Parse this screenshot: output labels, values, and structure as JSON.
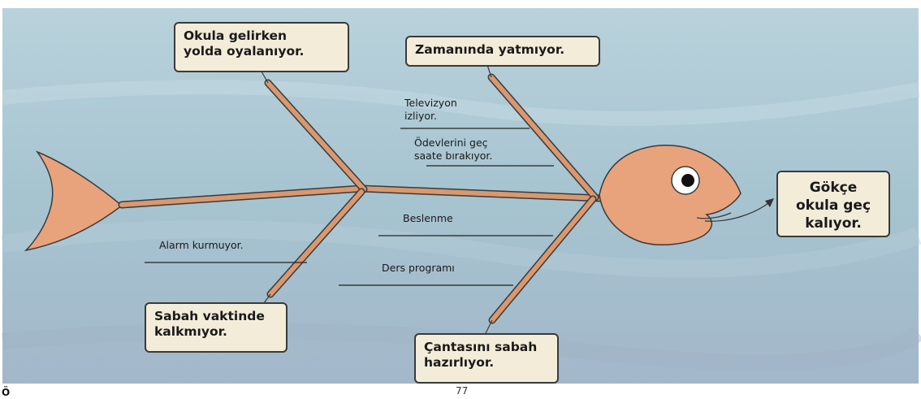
{
  "diagram": {
    "effect_lines": [
      "Gökçe",
      "okula geç",
      "kalıyor."
    ],
    "causes": {
      "top_left": [
        "Okula gelirken",
        "yolda oyalanıyor."
      ],
      "top_right": [
        "Zamanında yatmıyor."
      ],
      "bottom_left": [
        "Sabah vaktinde",
        "kalkmıyor."
      ],
      "bottom_right": [
        "Çantasını sabah",
        "hazırlıyor."
      ]
    },
    "sub_causes": {
      "tv": [
        "Televizyon",
        "izliyor."
      ],
      "homework": [
        "Ödevlerini geç",
        "saate bırakıyor."
      ],
      "nutrition": "Beslenme",
      "schedule": "Ders programı",
      "alarm": "Alarm kurmuyor."
    }
  },
  "page_number": "77",
  "corner_char": "Ö",
  "colors": {
    "fish": "#e8a37c",
    "bone": "#d99870",
    "outline": "#3a3a3a",
    "box_fill": "#f2ecd9",
    "background": "#a7c3cf"
  }
}
